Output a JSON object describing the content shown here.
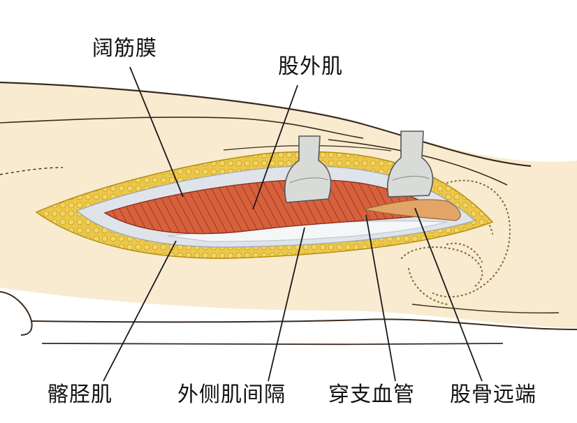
{
  "labels": {
    "fascia_lata": "阔筋膜",
    "vastus_lateralis": "股外肌",
    "iliotibial": "髂胫肌",
    "lateral_intermuscular_septum": "外侧肌间隔",
    "perforating_vessels": "穿支血管",
    "distal_femur": "股骨远端"
  },
  "colors": {
    "skin": "#f7e6c4",
    "skin_outline": "#3a2a1e",
    "fat": "#e9c33a",
    "fascia": "#dfe4ea",
    "muscle": "#d7613d",
    "muscle_fiber": "#8e2f1c",
    "retractor": "#d9dbd9",
    "bone": "#e2a467",
    "leader_line": "#1a1a1a"
  }
}
